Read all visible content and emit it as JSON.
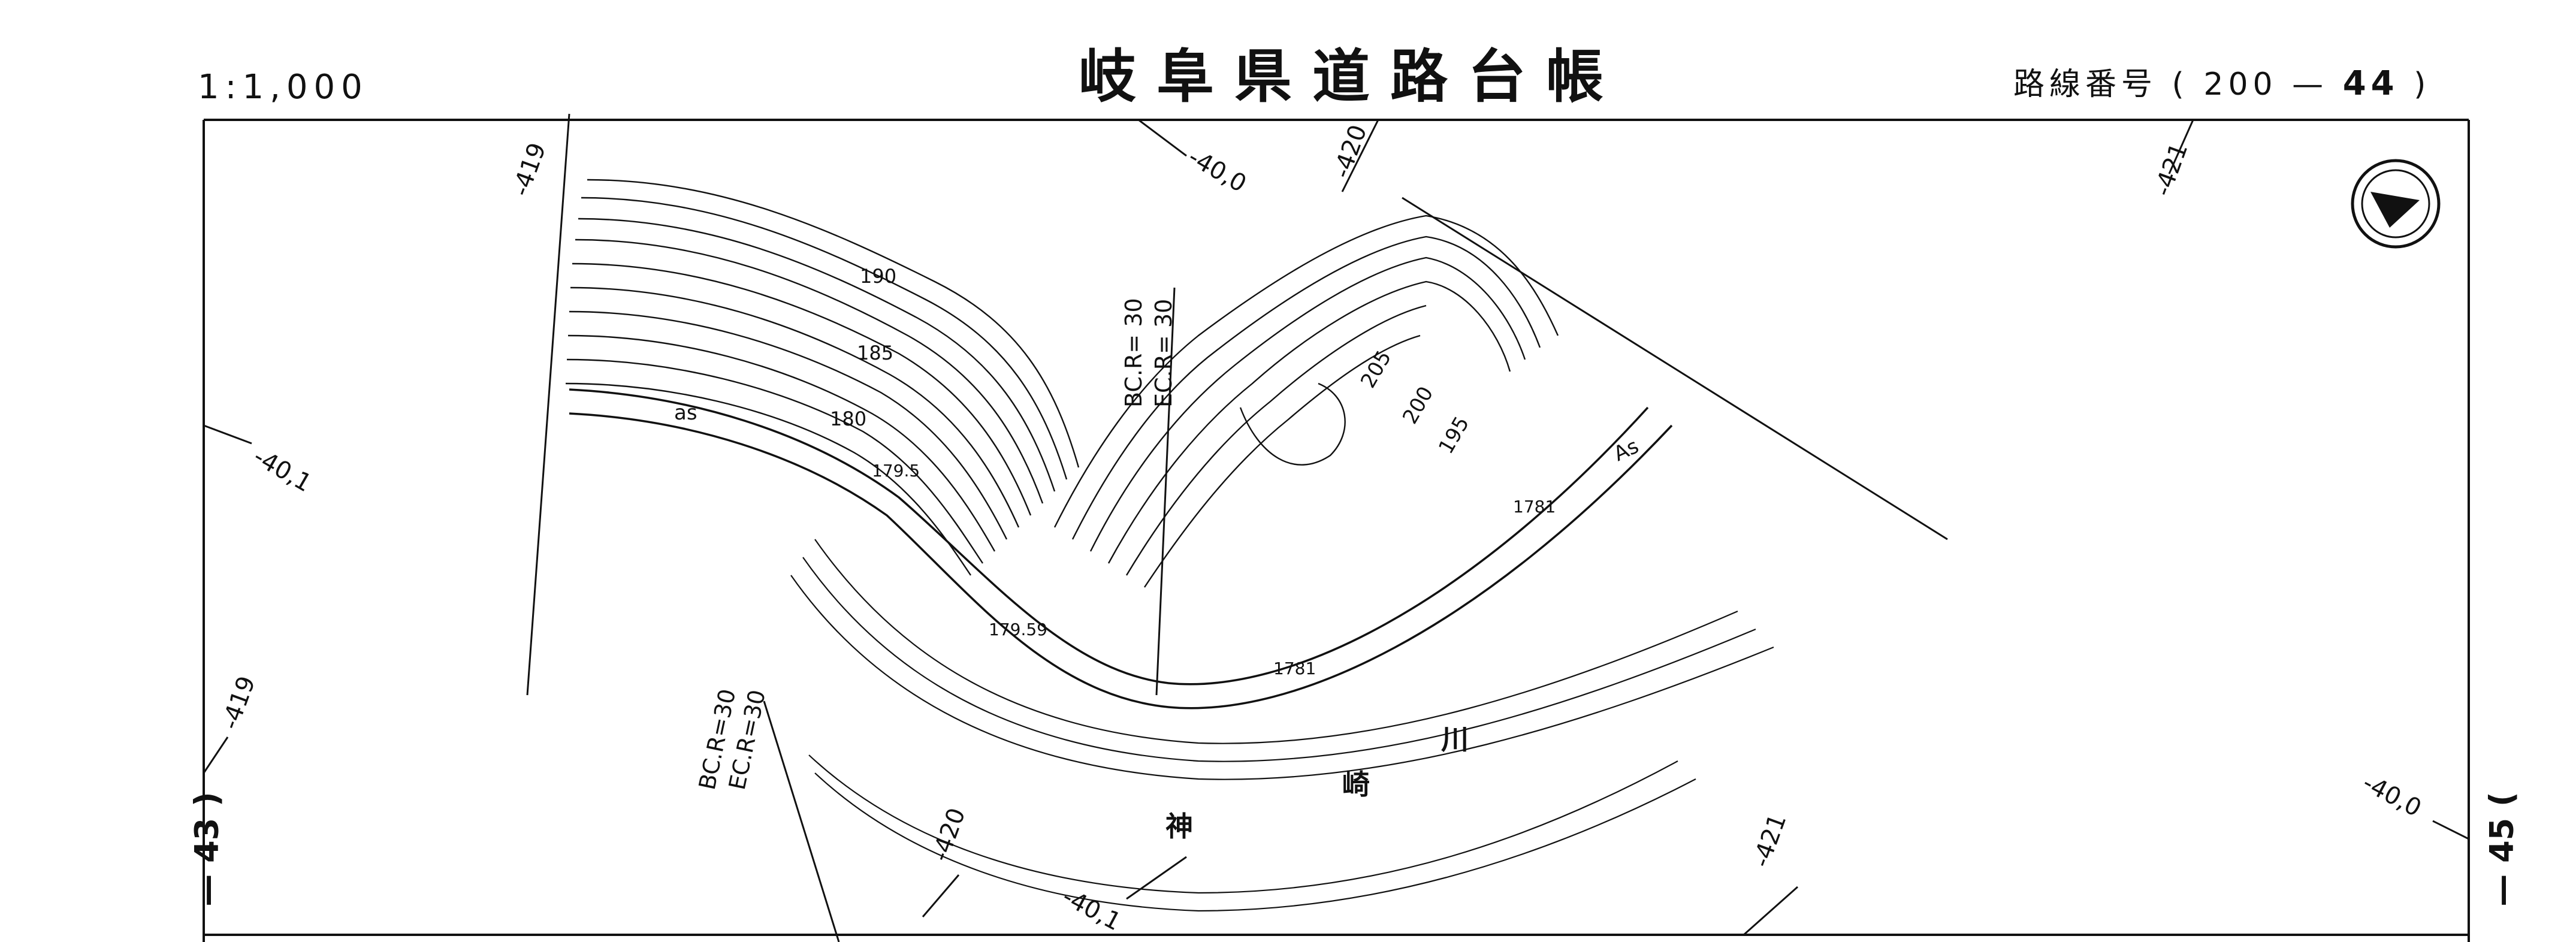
{
  "header": {
    "scale": "1:1,000",
    "title": "岐阜県道路台帳",
    "route_prefix": "路線番号",
    "route_open": "(",
    "route_code": "200",
    "route_dash": "—",
    "route_sheet": "44",
    "route_close": ")"
  },
  "edges": {
    "left_text": "— 43 )",
    "right_text": "— 45 ("
  },
  "grid_labels": {
    "top_left_419": "-419",
    "top_40_0": "-40,0",
    "top_420": "-420",
    "top_right_421": "-421",
    "left_40_1": "-40,1",
    "left_419": "-419",
    "right_40_0": "-40,0",
    "bottom_420": "-420",
    "bottom_40_1": "-40,1",
    "bottom_421": "-421"
  },
  "contours": {
    "c190": "190",
    "c185": "185",
    "c180": "180",
    "c205": "205",
    "c200": "200",
    "c195": "195"
  },
  "spot_heights": {
    "h1795": "179.5",
    "h17959": "179.59",
    "h1781a": "1781",
    "h1781b": "1781"
  },
  "curve_labels": {
    "top_bc": "BC.R= 30",
    "top_ec": "EC.R= 30",
    "left_bc": "BC.R=30",
    "left_ec": "EC.R=30"
  },
  "surface_labels": {
    "as_left": "as",
    "as_right": "As"
  },
  "river": {
    "char_kami": "神",
    "char_saki": "崎",
    "char_kawa": "川"
  },
  "colors": {
    "ink": "#111111",
    "paper": "#ffffff"
  },
  "icons": {
    "north_arrow": "north-arrow-icon"
  }
}
